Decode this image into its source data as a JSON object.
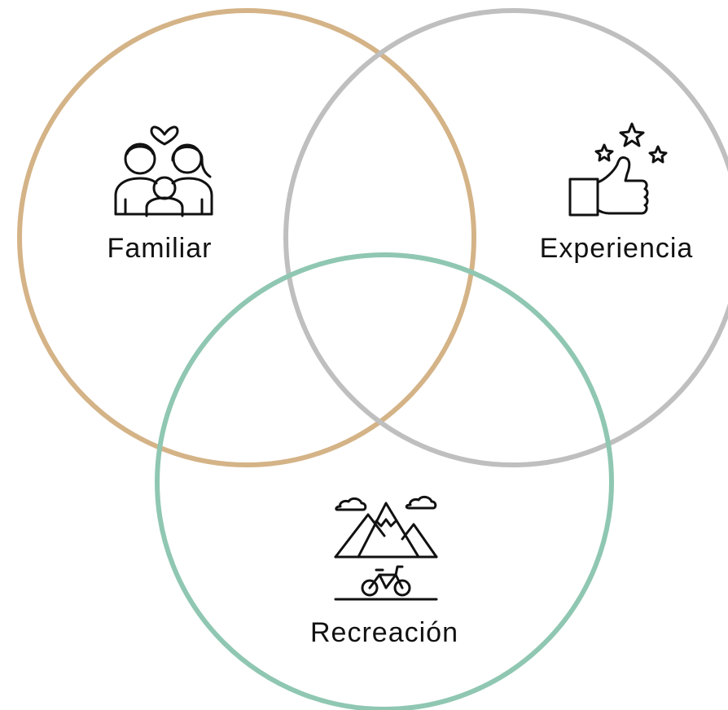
{
  "diagram": {
    "sets": [
      {
        "key": "familiar",
        "label": "Familiar",
        "icon": "family-icon",
        "color": "#d4b387"
      },
      {
        "key": "experiencia",
        "label": "Experiencia",
        "icon": "thumbs-up-stars-icon",
        "color": "#bfbfbf"
      },
      {
        "key": "recreacion",
        "label": "Recreación",
        "icon": "mountains-bicycle-icon",
        "color": "#8fc7b2"
      }
    ]
  }
}
